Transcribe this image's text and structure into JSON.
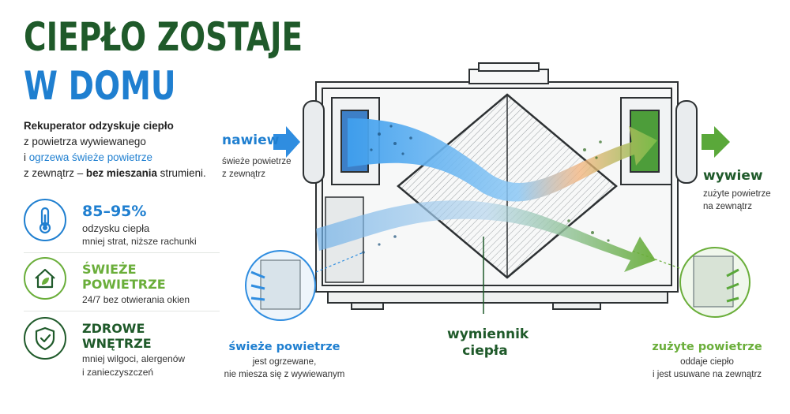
{
  "title": {
    "line1": "CIEPŁO ZOSTAJE",
    "line2": "W DOMU"
  },
  "intro": {
    "line1": "Rekuperator odzyskuje ciepło",
    "line2": "z powietrza wywiewanego",
    "line3_prefix": "i ",
    "line3_blue": "ogrzewa świeże powietrze",
    "line4_prefix": "z zewnątrz – ",
    "line4_bold": "bez mieszania",
    "line4_suffix": " strumieni."
  },
  "features": [
    {
      "icon": "thermometer-icon",
      "title": "85–95%",
      "line1": "odzysku ciepła",
      "line2": "mniej strat, niższe rachunki"
    },
    {
      "icon": "house-leaf-icon",
      "title1": "ŚWIEŻE",
      "title2": "POWIETRZE",
      "line1": "24/7 bez otwierania okien"
    },
    {
      "icon": "shield-check-icon",
      "title1": "ZDROWE",
      "title2": "WNĘTRZE",
      "line1": "mniej wilgoci, alergenów",
      "line2": "i zanieczyszczeń"
    }
  ],
  "diagram": {
    "nawiew": {
      "title": "nawiew",
      "line1": "świeże powietrze",
      "line2": "z zewnątrz"
    },
    "wywiew": {
      "title": "wywiew",
      "line1": "zużyte powietrze",
      "line2": "na zewnątrz"
    },
    "exchanger": {
      "line1": "wymiennik",
      "line2": "ciepła"
    },
    "fresh": {
      "title": "świeże powietrze",
      "line1": "jest ogrzewane,",
      "line2": "nie miesza się z wywiewanym"
    },
    "used": {
      "title": "zużyte powietrze",
      "line1": "oddaje ciepło",
      "line2": "i jest usuwane na zewnątrz"
    }
  },
  "colors": {
    "dark_green": "#1f5a2a",
    "blue": "#1f7fd0",
    "light_green": "#6aae3a",
    "air_blue": "#4aa8ef"
  }
}
